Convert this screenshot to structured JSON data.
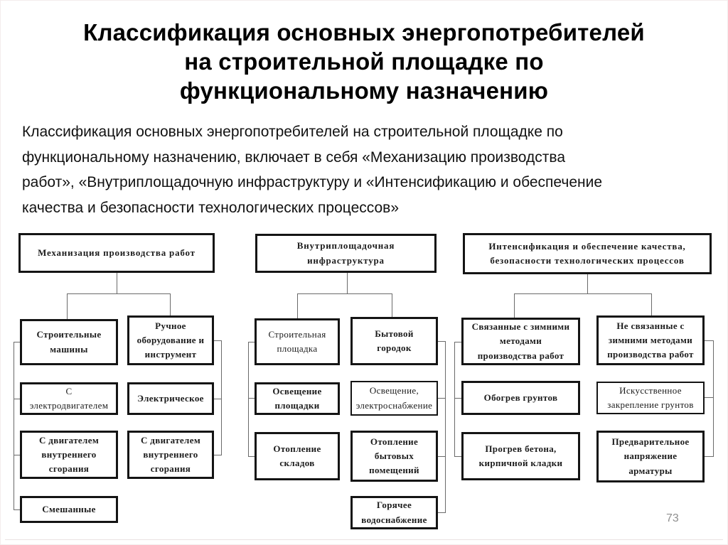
{
  "slide": {
    "title_lines": [
      "Классификация основных энергопотребителей",
      "на строительной площадке по",
      "функциональному назначению"
    ],
    "intro": "Классификация основных энергопотребителей на строительной площадке по функциональному назначению, включает в себя «Механизацию производства работ», «Внутриплощадочную инфраструктуру и «Интенсификацию и обеспечение качества и безопасности технологических процессов»",
    "page_number": "73"
  },
  "diagram": {
    "mech": {
      "root": "Механизация производства работ",
      "machines": "Строительные машины",
      "electric_motor": "С электродвигателем",
      "ice_machines": "С двигателем внутреннего сгорания",
      "mixed": "Смешанные",
      "hand_tools": "Ручное оборудование и инструмент",
      "electric": "Электрическое",
      "ice_tools": "С двигателем внутреннего сгорания"
    },
    "infra": {
      "root": "Внутриплощадочная инфраструктура",
      "site": "Строительная площадка",
      "site_lighting": "Освещение площадки",
      "warehouse_heating": "Отопление складов",
      "camp": "Бытовой городок",
      "lighting_power": "Освещение, электроснабжение",
      "rooms_heating": "Отопление бытовых помещений",
      "hot_water": "Горячее водоснабжение"
    },
    "intens": {
      "root": "Интенсификация и обеспечение качества, безопасности технологических процессов",
      "winter": "Связанные с зимними методами производства работ",
      "soil_heating": "Обогрев грунтов",
      "concrete_heating": "Прогрев бетона, кирпичной кладки",
      "non_winter": "Не связанные с зимними методами производства работ",
      "soil_fixing": "Искусственное закрепление грунтов",
      "prestress": "Предварительное напряжение арматуры"
    }
  }
}
